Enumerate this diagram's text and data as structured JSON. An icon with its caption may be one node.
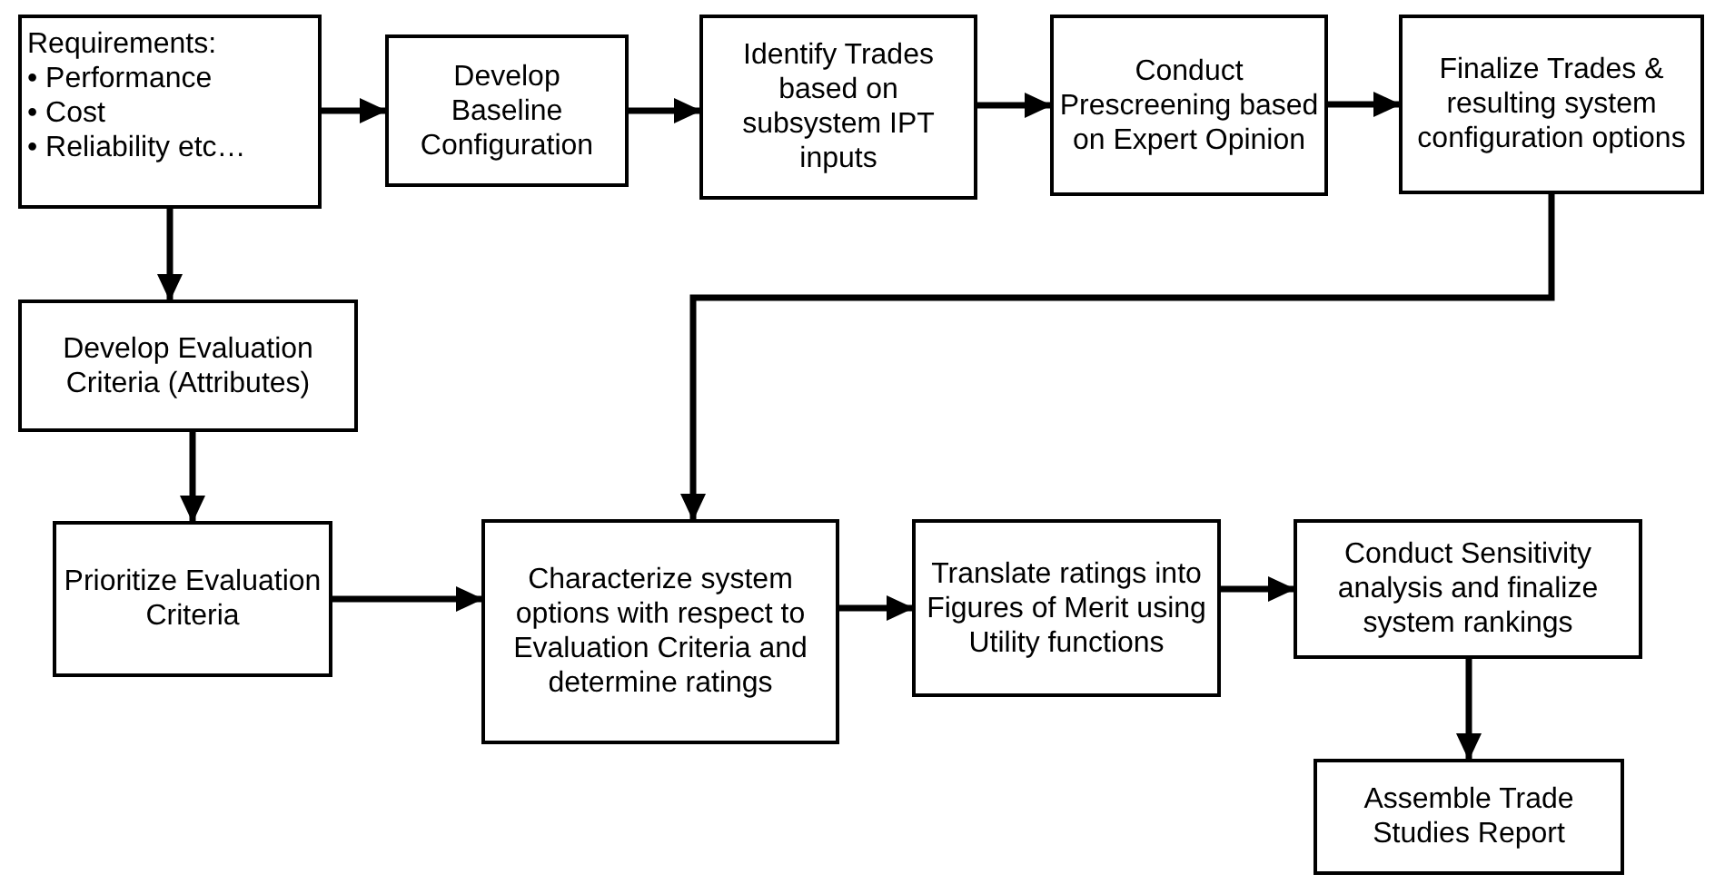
{
  "diagram": {
    "nodes": [
      {
        "text": [
          "Requirements:",
          "• Performance",
          "• Cost",
          "• Reliability etc…"
        ]
      },
      {
        "text": [
          "Develop Baseline Configuration"
        ]
      },
      {
        "text": [
          "Identify Trades based on subsystem IPT inputs"
        ]
      },
      {
        "text": [
          "Conduct Prescreening based on Expert Opinion"
        ]
      },
      {
        "text": [
          "Finalize Trades & resulting system configuration options"
        ]
      },
      {
        "text": [
          "Develop Evaluation Criteria (Attributes)"
        ]
      },
      {
        "text": [
          "Prioritize Evaluation Criteria"
        ]
      },
      {
        "text": [
          "Characterize system options with respect to Evaluation Criteria and determine ratings"
        ]
      },
      {
        "text": [
          "Translate ratings into Figures of Merit using Utility functions"
        ]
      },
      {
        "text": [
          "Conduct Sensitivity analysis and finalize system rankings"
        ]
      },
      {
        "text": [
          "Assemble Trade Studies Report"
        ]
      }
    ],
    "edges": [
      {
        "from": 0,
        "to": 1,
        "arrow": "to"
      },
      {
        "from": 1,
        "to": 2,
        "arrow": "to"
      },
      {
        "from": 2,
        "to": 3,
        "arrow": "to"
      },
      {
        "from": 3,
        "to": 4,
        "arrow": "to"
      },
      {
        "from": 0,
        "to": 5,
        "arrow": "to"
      },
      {
        "from": 5,
        "to": 6,
        "arrow": "to"
      },
      {
        "from": 4,
        "to": 7,
        "arrow": "to"
      },
      {
        "from": 6,
        "to": 7,
        "arrow": "to"
      },
      {
        "from": 7,
        "to": 8,
        "arrow": "to"
      },
      {
        "from": 8,
        "to": 9,
        "arrow": "to"
      },
      {
        "from": 9,
        "to": 10,
        "arrow": "to"
      }
    ]
  }
}
